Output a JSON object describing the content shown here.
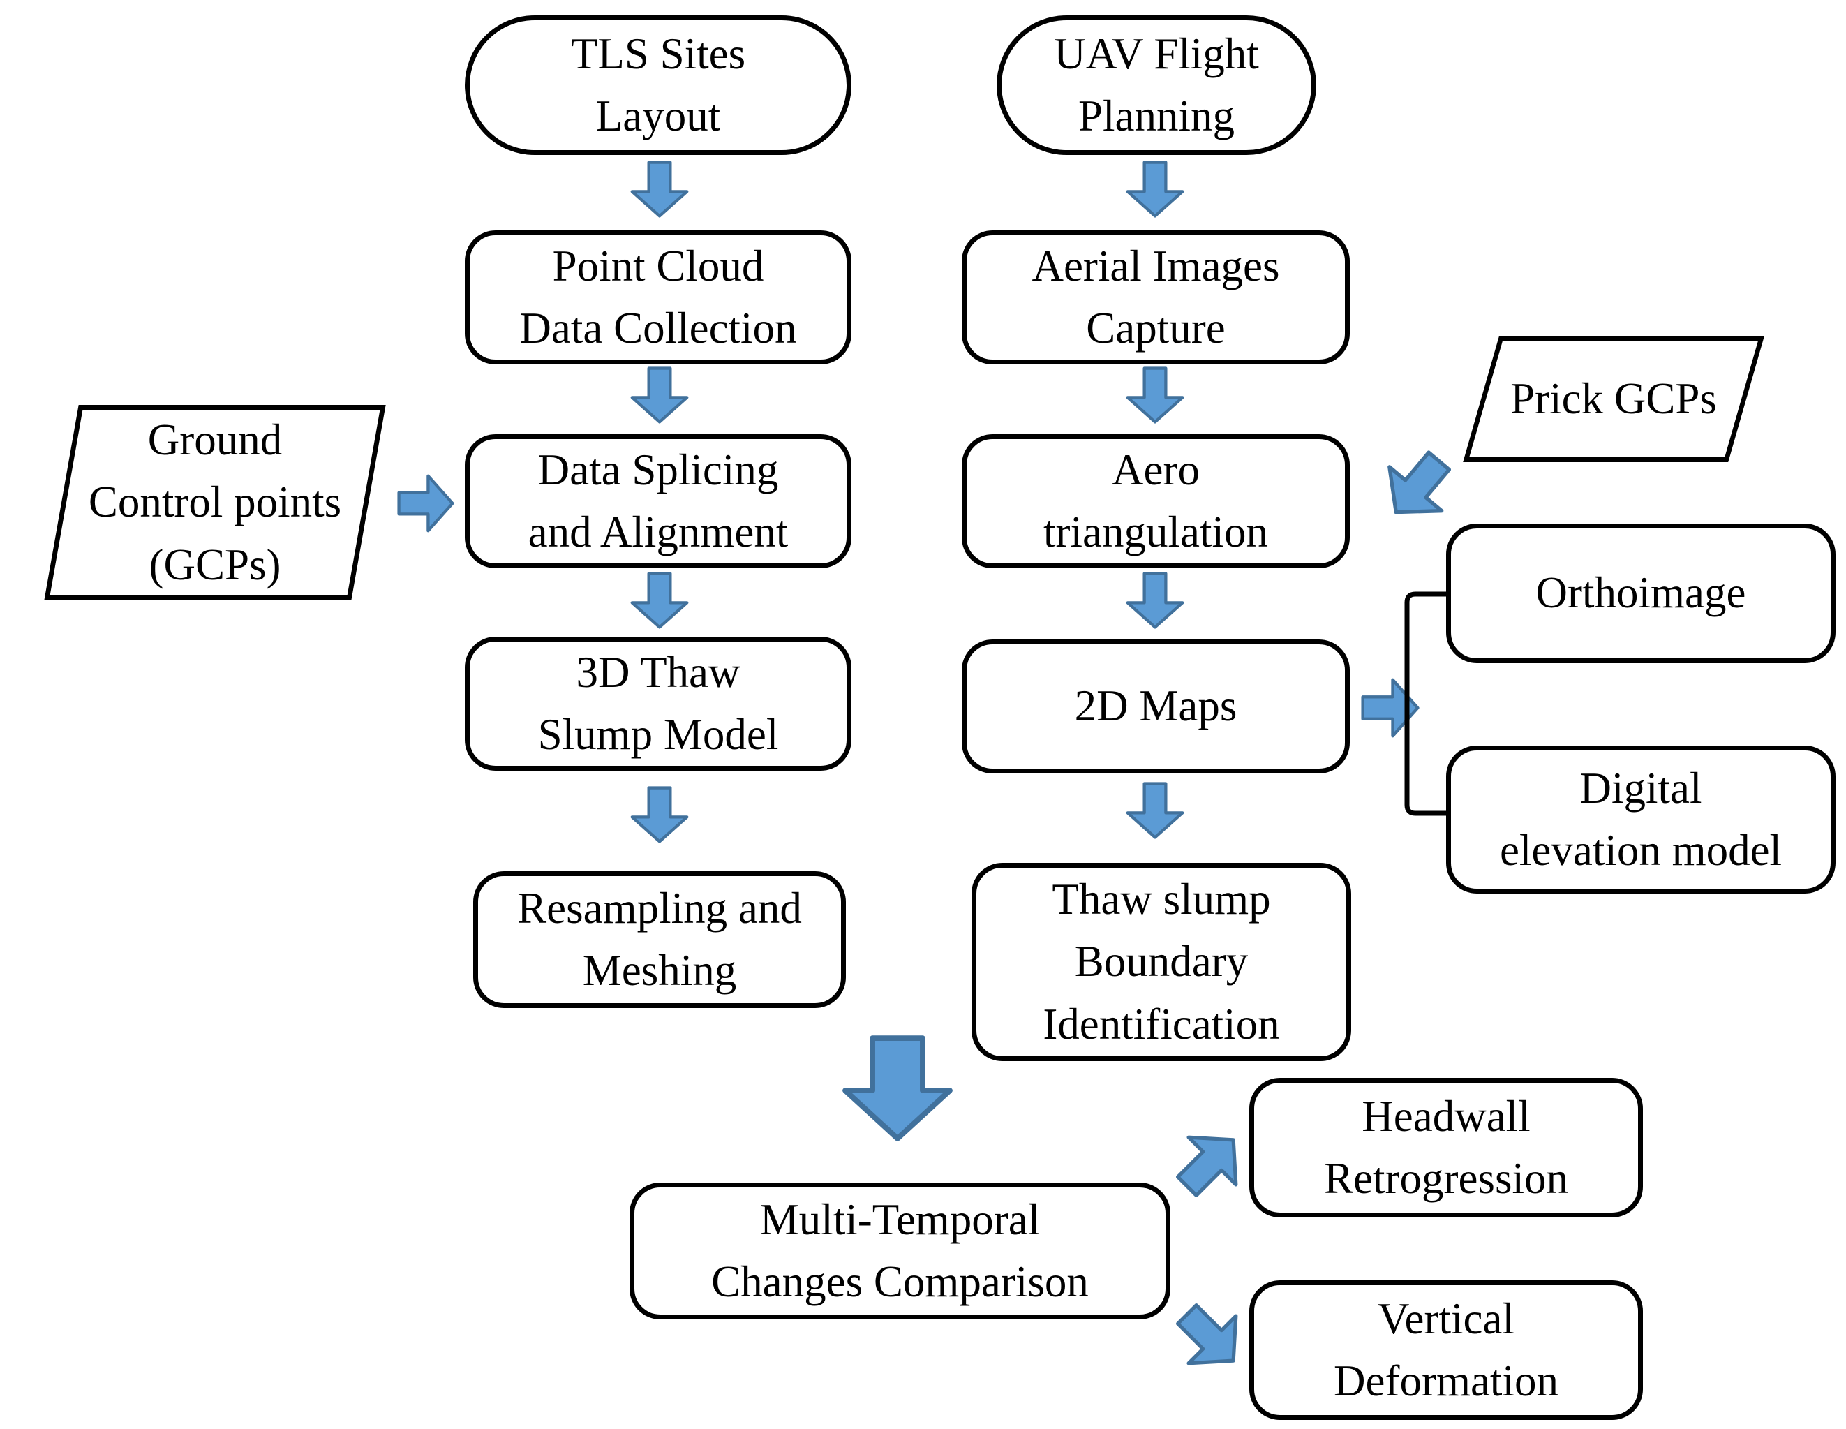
{
  "figure": {
    "type": "flowchart",
    "colors": {
      "arrow_fill": "#5B9BD5",
      "arrow_outline": "#41719C",
      "shape_outline": "#000000",
      "shape_fill": "#FFFFFF",
      "canvas_background": "#FFFFFF",
      "text": "#000000"
    },
    "nodes": {
      "tls_sites_layout": {
        "label": "TLS Sites\nLayout",
        "shape": "stadium"
      },
      "point_cloud_collection": {
        "label": "Point Cloud\nData Collection",
        "shape": "rounded-rect"
      },
      "ground_control_points": {
        "label": "Ground\nControl points\n(GCPs)",
        "shape": "parallelogram"
      },
      "data_splicing_alignment": {
        "label": "Data Splicing\nand Alignment",
        "shape": "rounded-rect"
      },
      "thaw_slump_model_3d": {
        "label": "3D Thaw\nSlump Model",
        "shape": "rounded-rect"
      },
      "resampling_meshing": {
        "label": "Resampling and\nMeshing",
        "shape": "rounded-rect"
      },
      "uav_flight_planning": {
        "label": "UAV Flight\nPlanning",
        "shape": "stadium"
      },
      "aerial_images_capture": {
        "label": "Aerial Images\nCapture",
        "shape": "rounded-rect"
      },
      "prick_gcps": {
        "label": "Prick GCPs",
        "shape": "parallelogram"
      },
      "aero_triangulation": {
        "label": "Aero\ntriangulation",
        "shape": "rounded-rect"
      },
      "maps_2d": {
        "label": "2D Maps",
        "shape": "rounded-rect"
      },
      "orthoimage": {
        "label": "Orthoimage",
        "shape": "rounded-rect"
      },
      "digital_elevation_model": {
        "label": "Digital\nelevation model",
        "shape": "rounded-rect"
      },
      "thaw_slump_boundary": {
        "label": "Thaw slump\nBoundary\nIdentification",
        "shape": "rounded-rect"
      },
      "multi_temporal_comparison": {
        "label": "Multi-Temporal\nChanges Comparison",
        "shape": "rounded-rect"
      },
      "headwall_retrogression": {
        "label": "Headwall\nRetrogression",
        "shape": "rounded-rect"
      },
      "vertical_deformation": {
        "label": "Vertical\nDeformation",
        "shape": "rounded-rect"
      }
    }
  }
}
